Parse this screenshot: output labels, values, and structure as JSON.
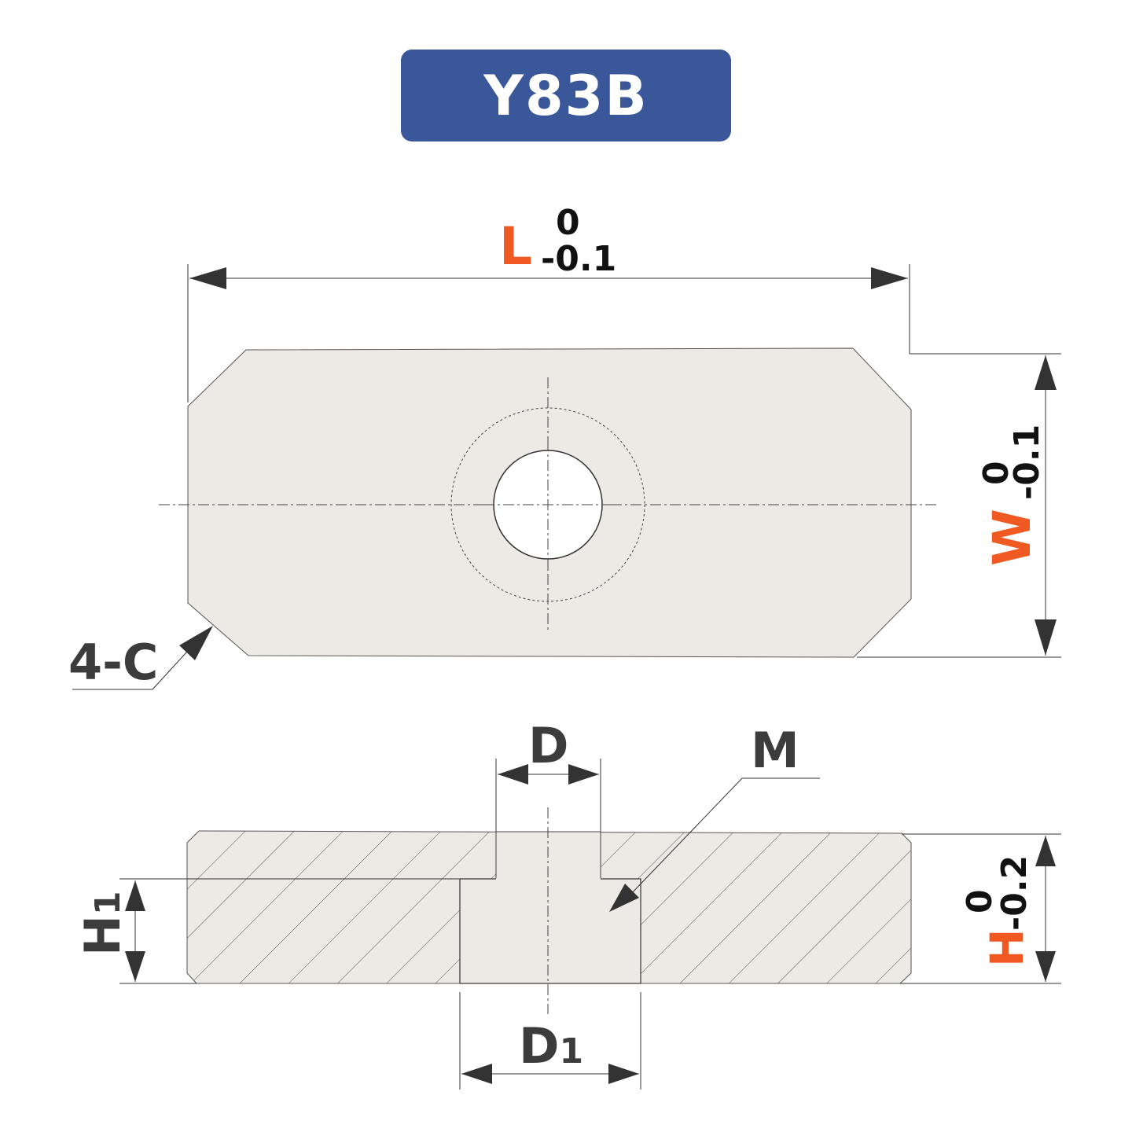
{
  "title": "Y83B",
  "colors": {
    "badge": "#3a5799",
    "highlight": "#f05a22",
    "dark": "#3c3c3c",
    "part_fill": "#ede9e5",
    "line": "#333333"
  },
  "top_view": {
    "length_label": "L",
    "length_tol_upper": "0",
    "length_tol_lower": "-0.1",
    "width_label": "W",
    "width_tol_upper": "0",
    "width_tol_lower": "-0.1",
    "chamfer_label": "4-C"
  },
  "section_view": {
    "d_label": "D",
    "d1_label": "D",
    "d1_subscript": "1",
    "m_label": "M",
    "h1_label": "H",
    "h1_subscript": "1",
    "height_label": "H",
    "height_tol_upper": "0",
    "height_tol_lower": "-0.2"
  }
}
